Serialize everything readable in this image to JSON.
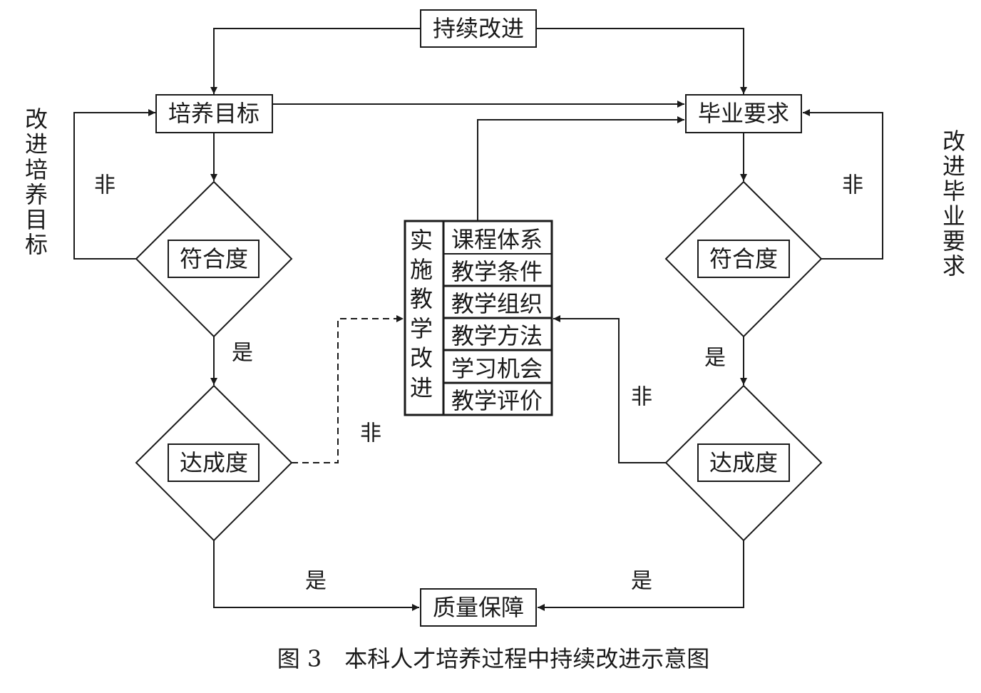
{
  "nodes": {
    "continuous_improvement": "持续改进",
    "training_goal": "培养目标",
    "graduation_requirement": "毕业要求",
    "conformity_left": "符合度",
    "conformity_right": "符合度",
    "achievement_left": "达成度",
    "achievement_right": "达成度",
    "quality_assurance": "质量保障"
  },
  "teaching_block": {
    "title_chars": [
      "实",
      "施",
      "教",
      "学",
      "改",
      "进"
    ],
    "items": [
      "课程体系",
      "教学条件",
      "教学组织",
      "教学方法",
      "学习机会",
      "教学评价"
    ]
  },
  "side_labels": {
    "left_chars": [
      "改",
      "进",
      "培",
      "养",
      "目",
      "标"
    ],
    "right_chars": [
      "改",
      "进",
      "毕",
      "业",
      "要",
      "求"
    ]
  },
  "edge_labels": {
    "no_left_top": "非",
    "yes_left_mid": "是",
    "no_left_dashed": "非",
    "yes_left_bottom": "是",
    "no_right_top": "非",
    "yes_right_mid": "是",
    "no_right_achievement": "非",
    "yes_right_bottom": "是"
  },
  "caption": "图 3　本科人才培养过程中持续改进示意图"
}
